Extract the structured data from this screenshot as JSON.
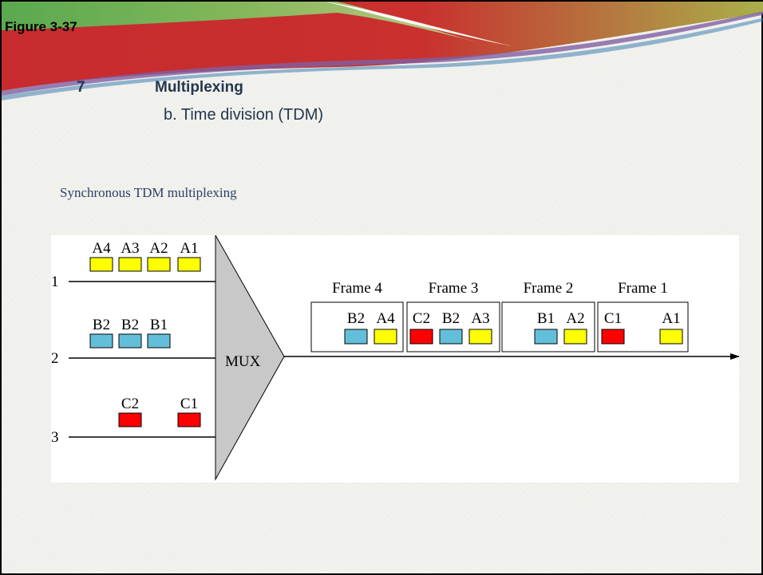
{
  "header": {
    "figure_label": "Figure 3-37"
  },
  "slide": {
    "number": "7",
    "title": "Multiplexing",
    "subtitle": "b. Time division (TDM)",
    "caption": "Synchronous TDM multiplexing"
  },
  "diagram": {
    "mux_label": "MUX",
    "colors": {
      "A": "#ffff00",
      "B": "#63bfd9",
      "C": "#ff0000"
    },
    "inputs": [
      {
        "label": "1",
        "units": [
          "A4",
          "A3",
          "A2",
          "A1"
        ]
      },
      {
        "label": "2",
        "units": [
          "B2",
          "B2",
          "B1"
        ]
      },
      {
        "label": "3",
        "units": [
          "C2",
          "C1"
        ]
      }
    ],
    "frames": [
      {
        "label": "Frame 4",
        "slots": [
          "",
          "B2",
          "A4"
        ]
      },
      {
        "label": "Frame 3",
        "slots": [
          "C2",
          "B2",
          "A3"
        ]
      },
      {
        "label": "Frame 2",
        "slots": [
          "",
          "B1",
          "A2"
        ]
      },
      {
        "label": "Frame 1",
        "slots": [
          "C1",
          "",
          "A1"
        ]
      }
    ]
  }
}
